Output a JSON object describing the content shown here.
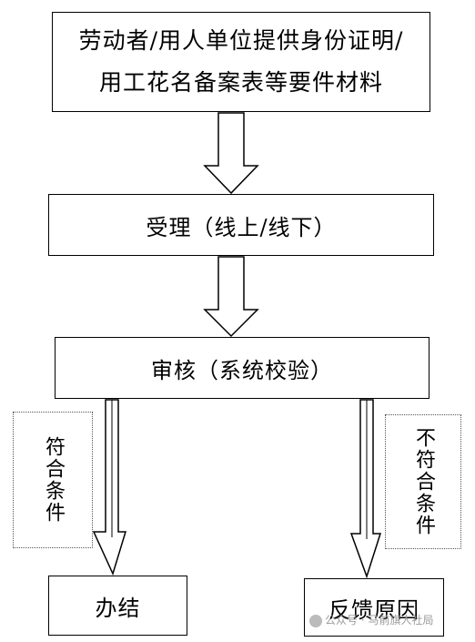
{
  "steps": {
    "materials": {
      "line1": "劳动者/用人单位提供身份证明/",
      "line2": "用工花名备案表等要件材料"
    },
    "accept": "受理（线上/线下）",
    "review": "审核（系统校验）",
    "done": "办结",
    "feedback": "反馈原因"
  },
  "conditions": {
    "pass": "符合条件",
    "fail": "不符合条件"
  },
  "watermark": "公众号 · 马前旗人社局"
}
